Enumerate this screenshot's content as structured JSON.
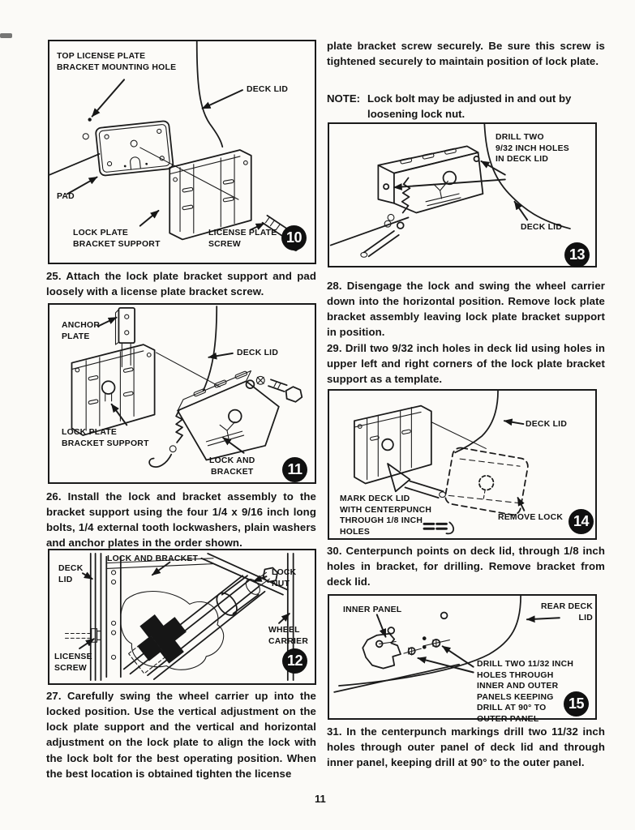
{
  "page": {
    "number": "11"
  },
  "left": {
    "fig10": {
      "num": "10",
      "label_top_hole": "TOP LICENSE PLATE\nBRACKET MOUNTING HOLE",
      "label_deck_lid": "DECK LID",
      "label_pad": "PAD",
      "label_support": "LOCK PLATE\nBRACKET SUPPORT",
      "label_screw": "LICENSE PLATE\nSCREW"
    },
    "para25": "25. Attach the lock plate bracket support and pad loosely with a license plate bracket screw.",
    "fig11": {
      "num": "11",
      "label_anchor": "ANCHOR\nPLATE",
      "label_deck_lid": "DECK LID",
      "label_support": "LOCK PLATE\nBRACKET SUPPORT",
      "label_lock": "LOCK AND\nBRACKET"
    },
    "para26": "26. Install the lock and bracket assembly to the bracket support using the four 1/4 x 9/16 inch long bolts, 1/4 external tooth lockwashers, plain washers and anchor plates in the order shown.",
    "fig12": {
      "num": "12",
      "label_lock": "LOCK AND BRACKET",
      "label_deck": "DECK\nLID",
      "label_nut": "LOCK\nNUT",
      "label_carrier": "WHEEL\nCARRIER",
      "label_screw": "LICENSE\nSCREW"
    },
    "para27": "27. Carefully swing the wheel carrier up into the locked position. Use the vertical adjustment on the lock plate support and the vertical and horizontal adjustment on the lock plate to align the lock with the lock bolt for the best operating position. When the best location is obtained tighten the license"
  },
  "right": {
    "cont_para": "plate bracket screw securely. Be sure this screw is tightened securely to maintain position of lock plate.",
    "note_label": "NOTE:",
    "note_text": "Lock bolt may be adjusted in and out by loosening lock nut.",
    "fig13": {
      "num": "13",
      "label_drill": "DRILL TWO\n9/32 INCH HOLES\nIN DECK LID",
      "label_deck_lid": "DECK LID"
    },
    "para28": "28. Disengage the lock and swing the wheel carrier down into the horizontal position. Remove lock plate bracket assembly leaving lock plate bracket support in position.",
    "para29": "29. Drill two 9/32 inch holes in deck lid using holes in upper left and right corners of the lock plate bracket support as a template.",
    "fig14": {
      "num": "14",
      "label_deck_lid": "DECK LID",
      "label_mark": "MARK DECK LID\nWITH CENTERPUNCH\nTHROUGH 1/8 INCH\nHOLES",
      "label_remove": "REMOVE LOCK"
    },
    "para30": "30. Centerpunch points on deck lid, through 1/8 inch holes in bracket, for drilling. Remove bracket from deck lid.",
    "fig15": {
      "num": "15",
      "label_inner": "INNER PANEL",
      "label_rear": "REAR DECK\nLID",
      "label_drill": "DRILL TWO 11/32 INCH\nHOLES THROUGH\nINNER AND OUTER\nPANELS KEEPING\nDRILL AT 90° TO\nOUTER PANEL"
    },
    "para31": "31. In the centerpunch markings drill two 11/32 inch holes through outer panel of deck lid and through inner panel, keeping drill at 90° to the outer panel."
  }
}
